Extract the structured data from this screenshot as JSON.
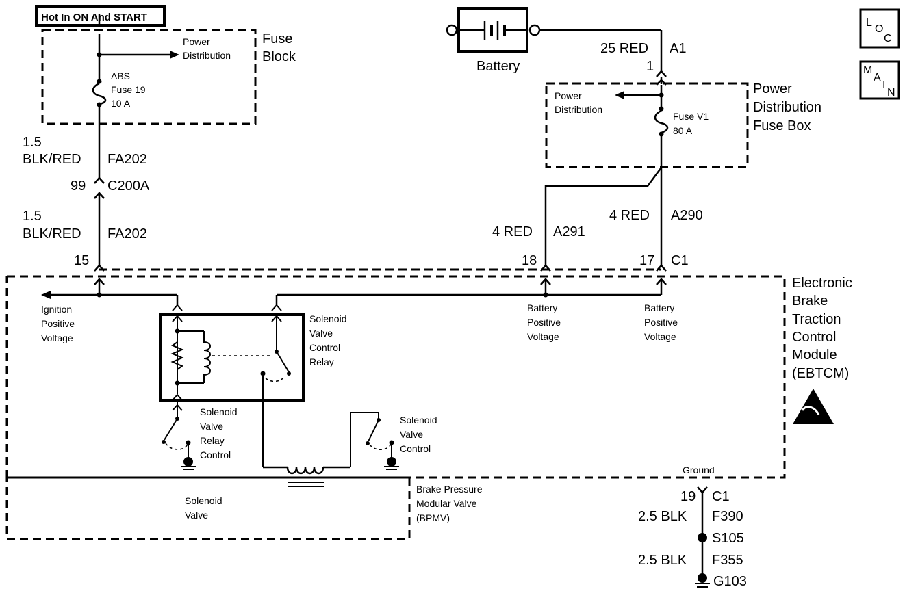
{
  "header": {
    "hot_label": "Hot In ON And START"
  },
  "fuse_block": {
    "title_line1": "Fuse",
    "title_line2": "Block",
    "power_dist_1": "Power",
    "power_dist_2": "Distribution",
    "fuse_line1": "ABS",
    "fuse_line2": "Fuse 19",
    "fuse_line3": "10 A"
  },
  "left_circuit": {
    "wire1_gauge": "1.5",
    "wire1_color": "BLK/RED",
    "wire1_circuit": "FA202",
    "conn_pin": "99",
    "conn_name": "C200A",
    "wire2_gauge": "1.5",
    "wire2_color": "BLK/RED",
    "wire2_circuit": "FA202",
    "module_pin": "15"
  },
  "battery": {
    "label": "Battery"
  },
  "top_right": {
    "wire": "25 RED",
    "circuit": "A1",
    "pin": "1"
  },
  "pdfb": {
    "title_line1": "Power",
    "title_line2": "Distribution",
    "title_line3": "Fuse Box",
    "power_dist_1": "Power",
    "power_dist_2": "Distribution",
    "fuse_line1": "Fuse V1",
    "fuse_line2": "80 A"
  },
  "right_circuits": {
    "a291_wire": "4 RED",
    "a291_circuit": "A291",
    "a291_pin": "18",
    "a290_wire": "4 RED",
    "a290_circuit": "A290",
    "a290_pin": "17",
    "conn": "C1"
  },
  "ebtcm": {
    "title_line1": "Electronic",
    "title_line2": "Brake",
    "title_line3": "Traction",
    "title_line4": "Control",
    "title_line5": "Module",
    "title_line6": "(EBTCM)",
    "ign_1": "Ignition",
    "ign_2": "Positive",
    "ign_3": "Voltage",
    "bpv1_1": "Battery",
    "bpv1_2": "Positive",
    "bpv1_3": "Voltage",
    "bpv2_1": "Battery",
    "bpv2_2": "Positive",
    "bpv2_3": "Voltage",
    "relay_1": "Solenoid",
    "relay_2": "Valve",
    "relay_3": "Control",
    "relay_4": "Relay",
    "rc_1": "Solenoid",
    "rc_2": "Valve",
    "rc_3": "Relay",
    "rc_4": "Control",
    "vc_1": "Solenoid",
    "vc_2": "Valve",
    "vc_3": "Control",
    "ground": "Ground"
  },
  "bpmv": {
    "sol_1": "Solenoid",
    "sol_2": "Valve",
    "title_1": "Brake Pressure",
    "title_2": "Modular Valve",
    "title_3": "(BPMV)"
  },
  "ground_circuit": {
    "pin": "19",
    "conn": "C1",
    "w1_wire": "2.5 BLK",
    "w1_circuit": "F390",
    "splice": "S105",
    "w2_wire": "2.5 BLK",
    "w2_circuit": "F355",
    "ground_id": "G103"
  },
  "nav": {
    "loc": [
      "L",
      "O",
      "C"
    ],
    "main": [
      "M",
      "A",
      "I",
      "N"
    ]
  }
}
